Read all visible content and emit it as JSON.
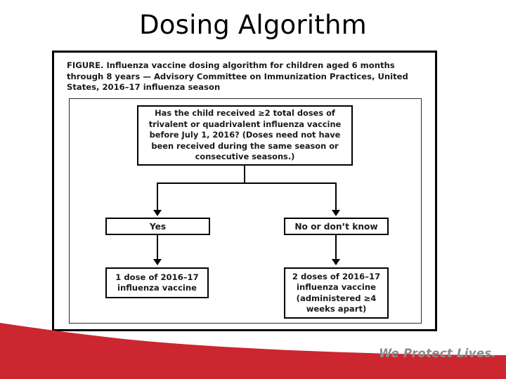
{
  "slide": {
    "title": "Dosing Algorithm",
    "background_color": "#ffffff"
  },
  "figure": {
    "caption": "FIGURE. Influenza vaccine dosing algorithm for children aged 6 months through 8 years — Advisory Committee on Immunization Practices, United States, 2016–17 influenza season",
    "border_color": "#000000",
    "flow": {
      "decision": "Has the child received ≥2 total doses of trivalent or quadrivalent influenza vaccine before July 1, 2016? (Doses need not have been received during the same season or consecutive seasons.)",
      "branch_yes": "Yes",
      "branch_no": "No or don’t know",
      "outcome_yes": "1 dose of 2016–17 influenza vaccine",
      "outcome_no": "2 doses of 2016–17 influenza vaccine (administered ≥4 weeks apart)"
    }
  },
  "footer": {
    "tagline": "We Protect Lives.",
    "accent_color": "#cc2630",
    "tagline_color": "#8c8c8c"
  }
}
